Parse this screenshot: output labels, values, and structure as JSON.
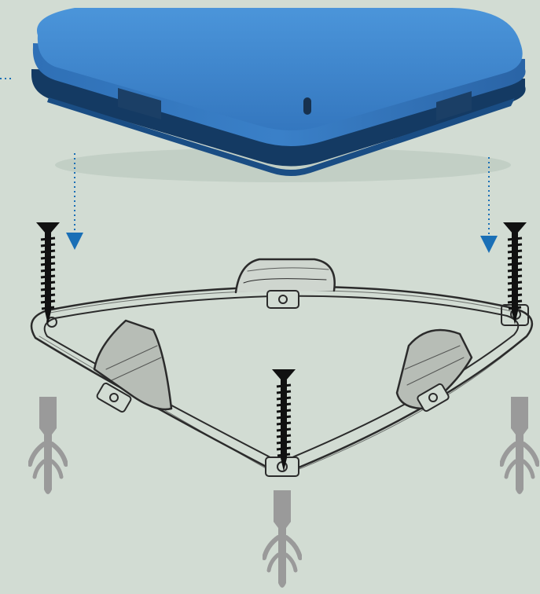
{
  "diagram": {
    "colors": {
      "background": "#d2dcd3",
      "device_top": "#3b86d0",
      "device_side": "#2f6fb3",
      "device_shadow": "#143a63",
      "arrow": "#1a6fb6",
      "screw": "#111111",
      "anchor": "#9a9a9a",
      "sketch_line": "#2b2b2b"
    },
    "parts": {
      "device": "blue-triangular-device",
      "bracket": "sketched-triangular-mounting-bracket",
      "screws": [
        "screw-left",
        "screw-right",
        "screw-bottom"
      ],
      "anchors": [
        "wall-anchor-left",
        "wall-anchor-right",
        "wall-anchor-bottom"
      ],
      "arrows": [
        "insert-arrow-left",
        "insert-arrow-right"
      ]
    },
    "icons": {
      "screw": "screw-icon",
      "anchor": "wall-plug-icon",
      "arrow": "down-arrow-icon"
    }
  }
}
